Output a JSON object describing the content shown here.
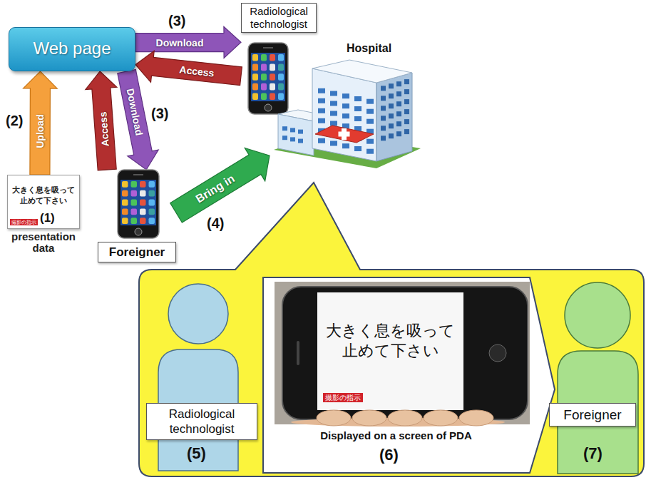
{
  "diagram": {
    "nodes": [
      {
        "text": [
          "Web page"
        ]
      },
      {
        "text": [
          "大きく息を吸って 止めて下さい",
          "撮影の指示",
          "presentation data"
        ]
      },
      {
        "text": [
          "Radiological technologist"
        ]
      },
      {
        "text": [
          "Foreigner"
        ]
      },
      {
        "text": [
          "Hospital"
        ]
      },
      {
        "text": [
          "Radiological technologist"
        ]
      },
      {
        "text": [
          "大きく息を吸って 止めて下さい",
          "撮影の指示",
          "Displayed on a screen of PDA"
        ]
      },
      {
        "text": [
          "Foreigner"
        ]
      }
    ],
    "edges": [
      {
        "from": 1,
        "to": 0,
        "arrow": "to",
        "label": "Upload"
      },
      {
        "from": 0,
        "to": 2,
        "arrow": "to",
        "label": "Download"
      },
      {
        "from": 2,
        "to": 0,
        "arrow": "to",
        "label": "Access"
      },
      {
        "from": 3,
        "to": 0,
        "arrow": "to",
        "label": "Access"
      },
      {
        "from": 0,
        "to": 3,
        "arrow": "to",
        "label": "Download"
      },
      {
        "from": 3,
        "to": 4,
        "arrow": "to",
        "label": "Bring in"
      }
    ],
    "labels": [
      "(1)",
      "(2)",
      "(3)",
      "(3)",
      "(4)",
      "(5)",
      "(6)",
      "(7)"
    ]
  }
}
